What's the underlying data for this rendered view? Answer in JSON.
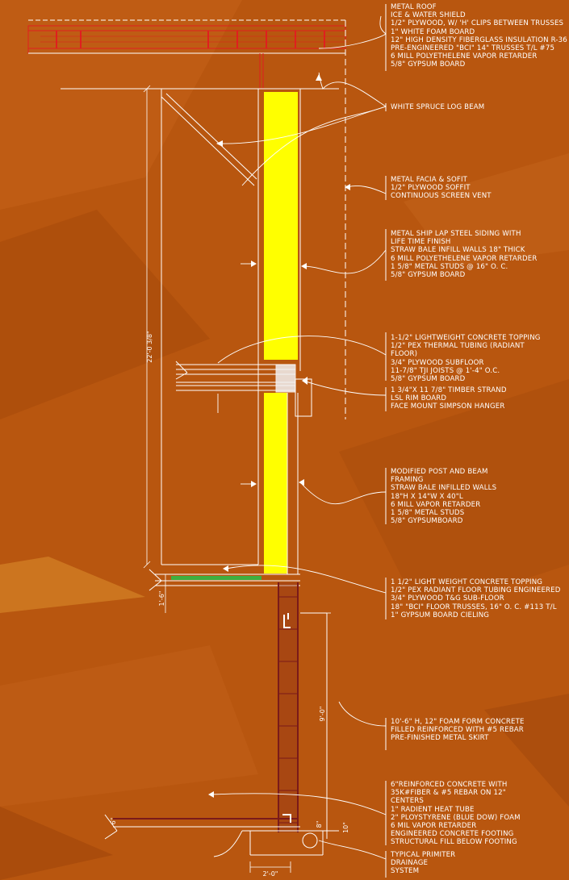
{
  "colors": {
    "background": "#b8560f",
    "background_dark": "#a3470a",
    "straw_bale": "#ffff00",
    "rebar": "#7a1a1a",
    "floor_green": "#3fae3f",
    "line": "#ffffff",
    "truss_red": "#e01f1f"
  },
  "notes": [
    {
      "id": "roof",
      "lines": [
        "METAL ROOF",
        "ICE & WATER SHIELD",
        "1/2\" PLYWOOD, W/ 'H' CLIPS BETWEEN TRUSSES",
        "1\" WHITE FOAM BOARD",
        "12\" HIGH DENSITY FIBERGLASS INSULATION R-36",
        "PRE-ENGINEERED \"BCI\" 14\" TRUSSES T/L #75",
        "6 MILL POLYETHELENE VAPOR RETARDER",
        "5/8\" GYPSUM BOARD"
      ]
    },
    {
      "id": "log-beam",
      "lines": [
        "WHITE SPRUCE LOG BEAM"
      ]
    },
    {
      "id": "facia",
      "lines": [
        "METAL FACIA & SOFIT",
        "1/2\" PLYWOOD SOFFIT",
        "CONTINUOUS SCREEN VENT"
      ]
    },
    {
      "id": "upper-wall",
      "lines": [
        "METAL SHIP LAP STEEL SIDING WITH",
        "LIFE TIME FINISH",
        "STRAW BALE INFILL WALLS 18\" THICK",
        "6 MILL POLYETHELENE VAPOR RETARDER",
        "1 5/8\" METAL STUDS @ 16\" O. C.",
        "5/8\" GYPSUM BOARD"
      ]
    },
    {
      "id": "upper-floor",
      "lines": [
        "1-1/2\" LIGHTWEIGHT CONCRETE TOPPING",
        "1/2\" PEX THERMAL TUBING (RADIANT",
        "FLOOR)",
        "3/4\" PLYWOOD SUBFLOOR",
        "11-7/8\" TJI JOISTS @ 1'-4\" O.C.",
        "5/8\" GYPSUM BOARD"
      ]
    },
    {
      "id": "rim",
      "lines": [
        "1 3/4\"X 11 7/8\" TIMBER STRAND",
        "LSL RIM BOARD",
        "FACE MOUNT SIMPSON HANGER"
      ]
    },
    {
      "id": "lower-wall",
      "lines": [
        "MODIFIED POST AND BEAM",
        "FRAMING",
        "STRAW BALE INFILLED WALLS",
        "18\"H X 14\"W X 40\"L",
        "6 MILL VAPOR RETARDER",
        "1 5/8\" METAL STUDS",
        "5/8\" GYPSUMBOARD"
      ]
    },
    {
      "id": "main-floor",
      "lines": [
        "1 1/2\" LIGHT WEIGHT CONCRETE TOPPING",
        "1/2\" PEX RADIANT FLOOR TUBING ENGINEERED",
        "3/4\" PLYWOOD T&G SUB-FLOOR",
        "18\" \"BCI\" FLOOR TRUSSES, 16\" O. C. #113 T/L",
        "1\" GYPSUM BOARD CIELING"
      ]
    },
    {
      "id": "foundation",
      "lines": [
        "10'-6\" H, 12\" FOAM FORM CONCRETE",
        "FILLED REINFORCED WITH #5 REBAR",
        "PRE-FINISHED METAL SKIRT"
      ]
    },
    {
      "id": "footing",
      "lines": [
        "6\"REINFORCED CONCRETE WITH",
        "35K#FIBER & #5 REBAR ON  12\"",
        "CENTERS",
        "1\" RADIENT HEAT TUBE",
        "2\" PLOYSTYRENE (BLUE DOW) FOAM",
        "6 MIL VAPOR RETARDER",
        "ENGINEERED CONCRETE FOOTING",
        "STRUCTURAL FILL BELOW FOOTING"
      ]
    },
    {
      "id": "drainage",
      "lines": [
        "TYPICAL PRIMITER",
        "DRAINAGE",
        "SYSTEM"
      ]
    }
  ],
  "dimensions": {
    "wall_height": "22'-0 3/8\"",
    "floor_depth": "1'-6\"",
    "foundation_height": "9'-0\"",
    "footing_width": "2'-0\"",
    "slab": "6\"",
    "footing_depth": "10\"",
    "foam": "8\""
  }
}
